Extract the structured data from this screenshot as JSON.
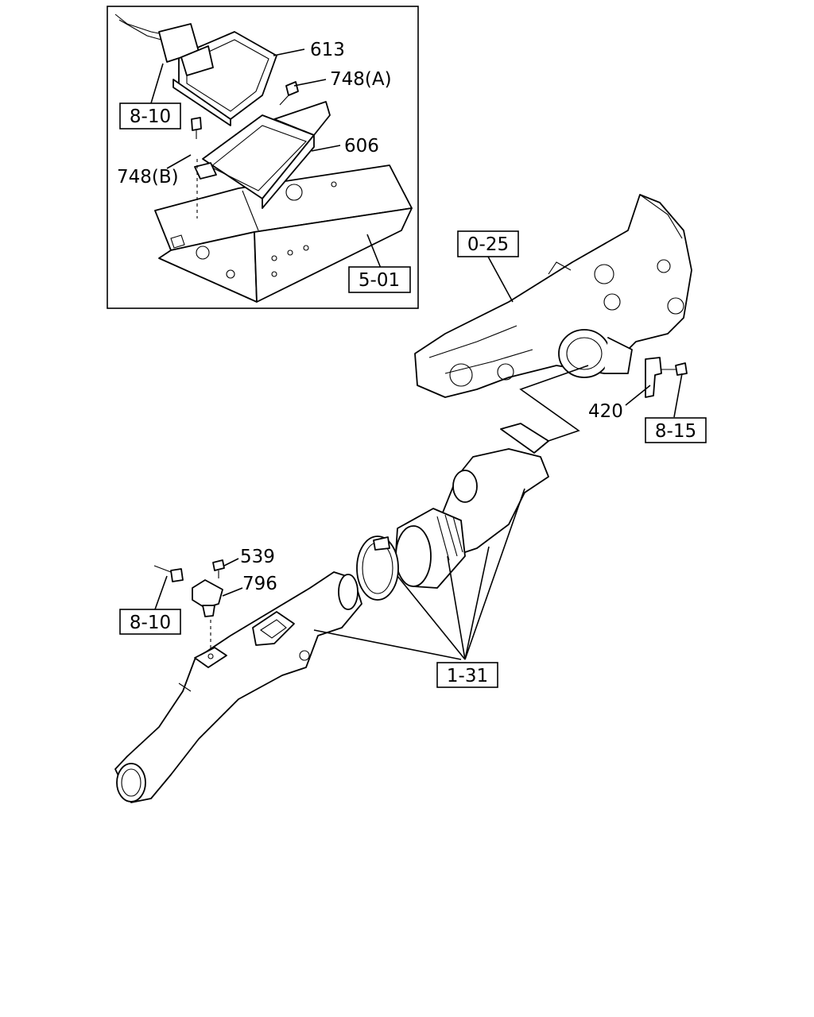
{
  "labels": {
    "p613": "613",
    "p748a": "748(A)",
    "p606": "606",
    "p748b": "748(B)",
    "p539": "539",
    "p796": "796",
    "p420": "420"
  },
  "refs": {
    "r810_top": "8-10",
    "r501": "5-01",
    "r025": "0-25",
    "r815": "8-15",
    "r810_bottom": "8-10",
    "r131": "1-31"
  }
}
